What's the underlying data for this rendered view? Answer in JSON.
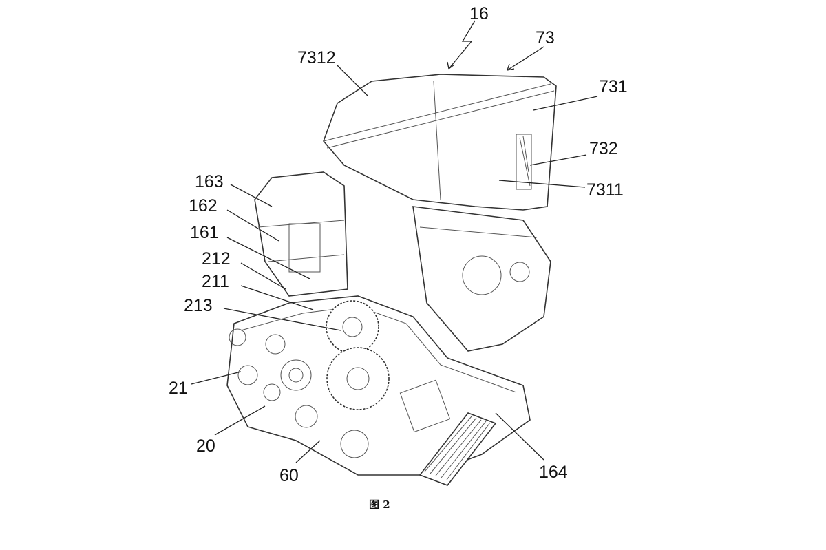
{
  "figure": {
    "caption": "图 2",
    "labels": {
      "l16": "16",
      "l73": "73",
      "l7312": "7312",
      "l731": "731",
      "l732": "732",
      "l7311": "7311",
      "l163": "163",
      "l162": "162",
      "l161": "161",
      "l212": "212",
      "l211": "211",
      "l213": "213",
      "l21": "21",
      "l20": "20",
      "l60": "60",
      "l164": "164"
    }
  }
}
